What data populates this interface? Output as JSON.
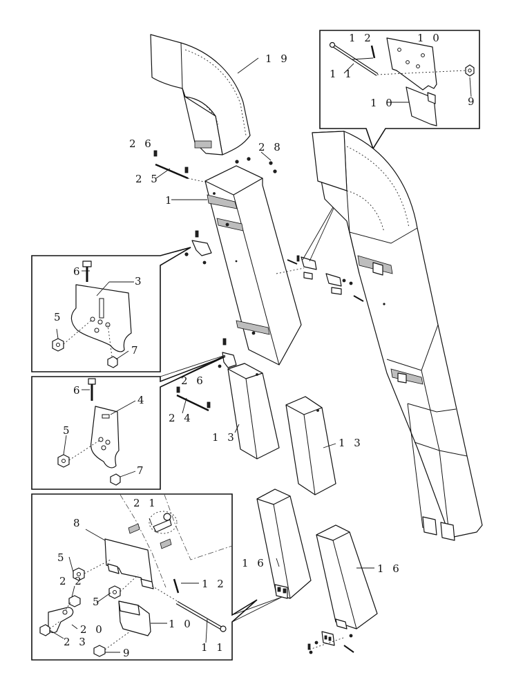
{
  "diagram": {
    "callouts": {
      "c1": "1",
      "c3": "3",
      "c4": "4",
      "c5a": "5",
      "c5b": "5",
      "c5c": "5",
      "c5d": "5",
      "c6a": "6",
      "c6b": "6",
      "c7a": "7",
      "c7b": "7",
      "c8": "8",
      "c9a": "9",
      "c9b": "9",
      "c10a": "1 0",
      "c10b": "1 0",
      "c10c": "1 0",
      "c11a": "1 1",
      "c11b": "1 1",
      "c12a": "1 2",
      "c12b": "1 2",
      "c13a": "1 3",
      "c13b": "1 3",
      "c16a": "1 6",
      "c16b": "1 6",
      "c19": "1 9",
      "c20": "2 0",
      "c21": "2 1",
      "c22": "2 2",
      "c23": "2 3",
      "c24": "2 4",
      "c25": "2 5",
      "c26a": "2 6",
      "c26b": "2 6",
      "c28": "2 8"
    }
  }
}
